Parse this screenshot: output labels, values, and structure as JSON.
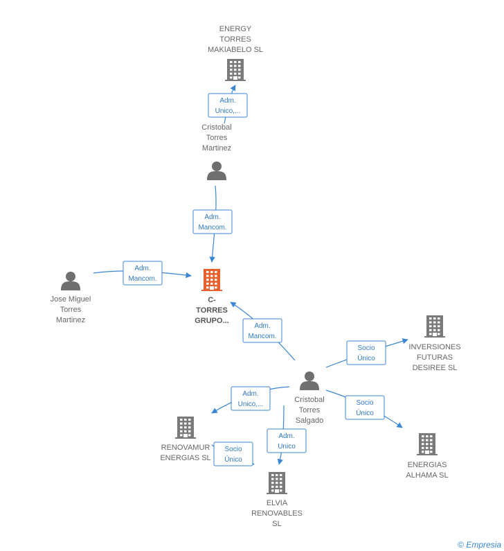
{
  "nodes": {
    "energy_torres": {
      "label": [
        "ENERGY",
        "TORRES",
        "MAKIABELO  SL"
      ],
      "type": "company"
    },
    "cristobal_tm": {
      "label": [
        "Cristobal",
        "Torres",
        "Martinez"
      ],
      "type": "person"
    },
    "center": {
      "label": [
        "C-",
        "TORRES",
        "GRUPO..."
      ],
      "type": "company-focus"
    },
    "jose_miguel": {
      "label": [
        "Jose Miguel",
        "Torres",
        "Martinez"
      ],
      "type": "person"
    },
    "cristobal_ts": {
      "label": [
        "Cristobal",
        "Torres",
        "Salgado"
      ],
      "type": "person"
    },
    "inversiones": {
      "label": [
        "INVERSIONES",
        "FUTURAS",
        "DESIREE  SL"
      ],
      "type": "company"
    },
    "energias_alhama": {
      "label": [
        "ENERGIAS",
        "ALHAMA  SL"
      ],
      "type": "company"
    },
    "renovamur": {
      "label": [
        "RENOVAMUR",
        "ENERGIAS  SL"
      ],
      "type": "company"
    },
    "elvia": {
      "label": [
        "ELVIA",
        "RENOVABLES",
        "SL"
      ],
      "type": "company"
    }
  },
  "edges": [
    {
      "from": "cristobal_tm",
      "to": "energy_torres",
      "label": [
        "Adm.",
        "Unico,..."
      ]
    },
    {
      "from": "cristobal_tm",
      "to": "center",
      "label": [
        "Adm.",
        "Mancom."
      ]
    },
    {
      "from": "jose_miguel",
      "to": "center",
      "label": [
        "Adm.",
        "Mancom."
      ]
    },
    {
      "from": "cristobal_ts",
      "to": "center",
      "label": [
        "Adm.",
        "Mancom."
      ]
    },
    {
      "from": "cristobal_ts",
      "to": "inversiones",
      "label": [
        "Socio",
        "Único"
      ]
    },
    {
      "from": "cristobal_ts",
      "to": "energias_alhama",
      "label": [
        "Socio",
        "Único"
      ]
    },
    {
      "from": "cristobal_ts",
      "to": "renovamur",
      "label": [
        "Adm.",
        "Unico,..."
      ]
    },
    {
      "from": "cristobal_ts",
      "to": "elvia",
      "label": [
        "Adm.",
        "Unico"
      ]
    },
    {
      "from": "renovamur",
      "to": "elvia",
      "label": [
        "Socio",
        "Único"
      ]
    }
  ],
  "colors": {
    "edge": "#3a86d4",
    "focus_company": "#e8602b",
    "company": "#7a7a7a",
    "person": "#6f6f6f"
  },
  "brand": {
    "copyright": "©",
    "name": "Empresia"
  }
}
